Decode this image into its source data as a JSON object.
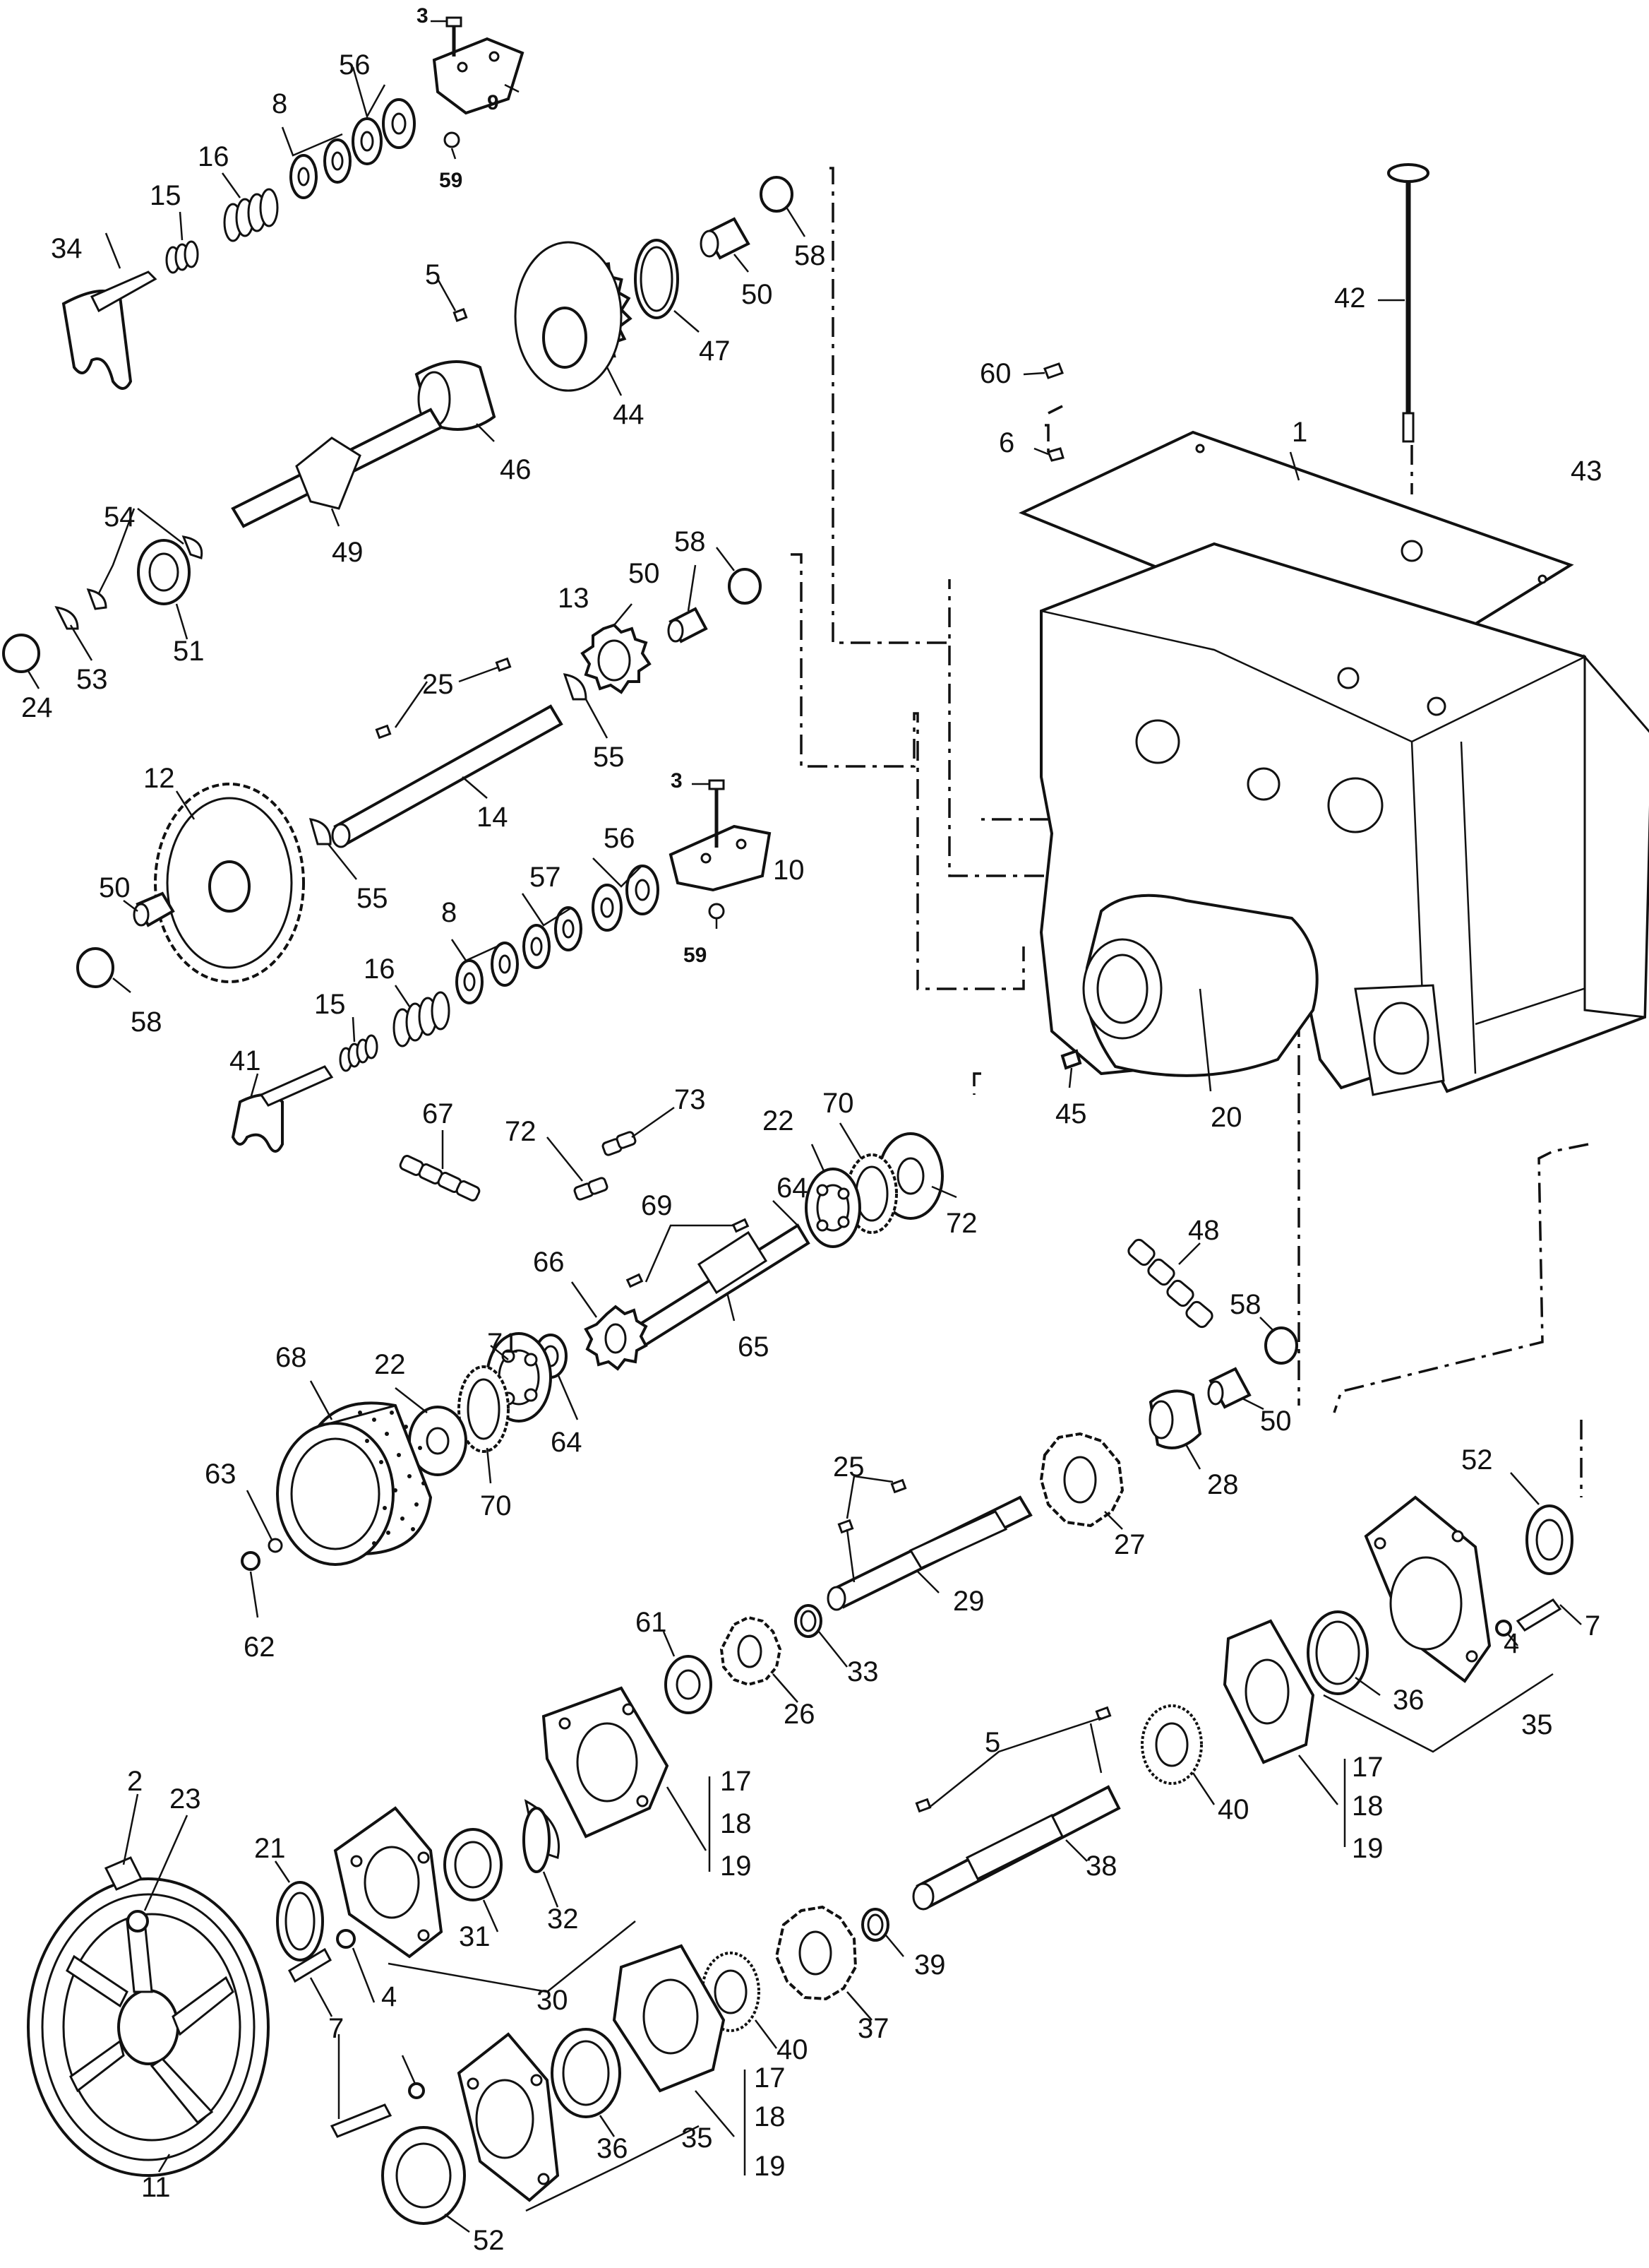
{
  "diagram": {
    "labels": [
      {
        "id": "l-3a",
        "text": "3",
        "bold": true
      },
      {
        "id": "l-56a",
        "text": "56"
      },
      {
        "id": "l-8a",
        "text": "8"
      },
      {
        "id": "l-9",
        "text": "9",
        "bold": true
      },
      {
        "id": "l-59a",
        "text": "59",
        "bold": true
      },
      {
        "id": "l-16a",
        "text": "16"
      },
      {
        "id": "l-15a",
        "text": "15"
      },
      {
        "id": "l-34",
        "text": "34"
      },
      {
        "id": "l-58a",
        "text": "58"
      },
      {
        "id": "l-50a",
        "text": "50"
      },
      {
        "id": "l-5a",
        "text": "5"
      },
      {
        "id": "l-47",
        "text": "47"
      },
      {
        "id": "l-44",
        "text": "44"
      },
      {
        "id": "l-46",
        "text": "46"
      },
      {
        "id": "l-49",
        "text": "49"
      },
      {
        "id": "l-54",
        "text": "54"
      },
      {
        "id": "l-51",
        "text": "51"
      },
      {
        "id": "l-53",
        "text": "53"
      },
      {
        "id": "l-24",
        "text": "24"
      },
      {
        "id": "l-42",
        "text": "42"
      },
      {
        "id": "l-60",
        "text": "60"
      },
      {
        "id": "l-6",
        "text": "6"
      },
      {
        "id": "l-1",
        "text": "1"
      },
      {
        "id": "l-43",
        "text": "43"
      },
      {
        "id": "l-58b",
        "text": "58"
      },
      {
        "id": "l-50b",
        "text": "50"
      },
      {
        "id": "l-13",
        "text": "13"
      },
      {
        "id": "l-25a",
        "text": "25"
      },
      {
        "id": "l-55a",
        "text": "55"
      },
      {
        "id": "l-14",
        "text": "14"
      },
      {
        "id": "l-12",
        "text": "12"
      },
      {
        "id": "l-55b",
        "text": "55"
      },
      {
        "id": "l-3b",
        "text": "3",
        "bold": true
      },
      {
        "id": "l-56b",
        "text": "56"
      },
      {
        "id": "l-10",
        "text": "10"
      },
      {
        "id": "l-57",
        "text": "57"
      },
      {
        "id": "l-8b",
        "text": "8"
      },
      {
        "id": "l-59b",
        "text": "59",
        "bold": true
      },
      {
        "id": "l-50c",
        "text": "50"
      },
      {
        "id": "l-58c",
        "text": "58"
      },
      {
        "id": "l-16b",
        "text": "16"
      },
      {
        "id": "l-15b",
        "text": "15"
      },
      {
        "id": "l-41",
        "text": "41"
      },
      {
        "id": "l-45",
        "text": "45"
      },
      {
        "id": "l-20",
        "text": "20"
      },
      {
        "id": "l-67",
        "text": "67"
      },
      {
        "id": "l-72a",
        "text": "72"
      },
      {
        "id": "l-73",
        "text": "73"
      },
      {
        "id": "l-22a",
        "text": "22"
      },
      {
        "id": "l-70a",
        "text": "70"
      },
      {
        "id": "l-64a",
        "text": "64"
      },
      {
        "id": "l-72b",
        "text": "72"
      },
      {
        "id": "l-69",
        "text": "69"
      },
      {
        "id": "l-66",
        "text": "66"
      },
      {
        "id": "l-65",
        "text": "65"
      },
      {
        "id": "l-48",
        "text": "48"
      },
      {
        "id": "l-58d",
        "text": "58"
      },
      {
        "id": "l-68",
        "text": "68"
      },
      {
        "id": "l-22b",
        "text": "22"
      },
      {
        "id": "l-71",
        "text": "71"
      },
      {
        "id": "l-64b",
        "text": "64"
      },
      {
        "id": "l-70b",
        "text": "70"
      },
      {
        "id": "l-50d",
        "text": "50"
      },
      {
        "id": "l-28",
        "text": "28"
      },
      {
        "id": "l-63",
        "text": "63"
      },
      {
        "id": "l-62",
        "text": "62"
      },
      {
        "id": "l-25b",
        "text": "25"
      },
      {
        "id": "l-27",
        "text": "27"
      },
      {
        "id": "l-29",
        "text": "29"
      },
      {
        "id": "l-52a",
        "text": "52"
      },
      {
        "id": "l-61",
        "text": "61"
      },
      {
        "id": "l-33",
        "text": "33"
      },
      {
        "id": "l-26",
        "text": "26"
      },
      {
        "id": "l-7a",
        "text": "7"
      },
      {
        "id": "l-4a",
        "text": "4"
      },
      {
        "id": "l-36a",
        "text": "36"
      },
      {
        "id": "l-35a",
        "text": "35"
      },
      {
        "id": "l-5b",
        "text": "5"
      },
      {
        "id": "l-40a",
        "text": "40"
      },
      {
        "id": "l-17a",
        "text": "17"
      },
      {
        "id": "l-18a",
        "text": "18"
      },
      {
        "id": "l-19a",
        "text": "19"
      },
      {
        "id": "l-2",
        "text": "2"
      },
      {
        "id": "l-23",
        "text": "23"
      },
      {
        "id": "l-21",
        "text": "21"
      },
      {
        "id": "l-31",
        "text": "31"
      },
      {
        "id": "l-32",
        "text": "32"
      },
      {
        "id": "l-17b",
        "text": "17"
      },
      {
        "id": "l-18b",
        "text": "18"
      },
      {
        "id": "l-19b",
        "text": "19"
      },
      {
        "id": "l-30",
        "text": "30"
      },
      {
        "id": "l-38",
        "text": "38"
      },
      {
        "id": "l-39",
        "text": "39"
      },
      {
        "id": "l-37",
        "text": "37"
      },
      {
        "id": "l-40b",
        "text": "40"
      },
      {
        "id": "l-7b",
        "text": "7"
      },
      {
        "id": "l-4b",
        "text": "4"
      },
      {
        "id": "l-11",
        "text": "11"
      },
      {
        "id": "l-36b",
        "text": "36"
      },
      {
        "id": "l-35b",
        "text": "35"
      },
      {
        "id": "l-17c",
        "text": "17"
      },
      {
        "id": "l-18c",
        "text": "18"
      },
      {
        "id": "l-19c",
        "text": "19"
      },
      {
        "id": "l-52b",
        "text": "52"
      }
    ]
  }
}
